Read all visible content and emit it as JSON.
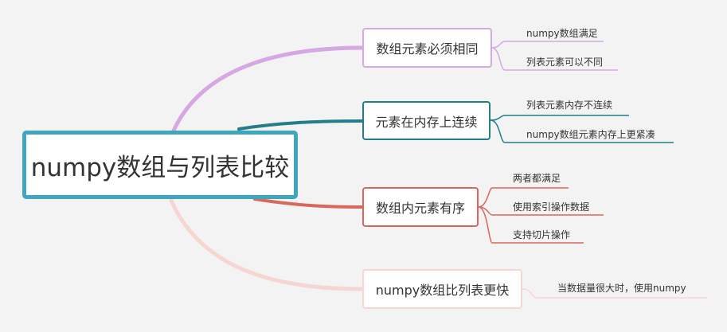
{
  "mindmap": {
    "root": "numpy数组与列表比较",
    "branches": [
      {
        "label": "数组元素必须相同",
        "color": "#d6a8e3",
        "children": [
          "numpy数组满足",
          "列表元素可以不同"
        ]
      },
      {
        "label": "元素在内存上连续",
        "color": "#237d8a",
        "children": [
          "列表元素内存不连续",
          "numpy数组元素内存上更紧凑"
        ]
      },
      {
        "label": "数组内元素有序",
        "color": "#d8675c",
        "children": [
          "两者都满足",
          "使用索引操作数据",
          "支持切片操作"
        ]
      },
      {
        "label": "numpy数组比列表更快",
        "color": "#f6d6d3",
        "children": [
          "当数据量很大时，使用numpy"
        ]
      }
    ]
  }
}
